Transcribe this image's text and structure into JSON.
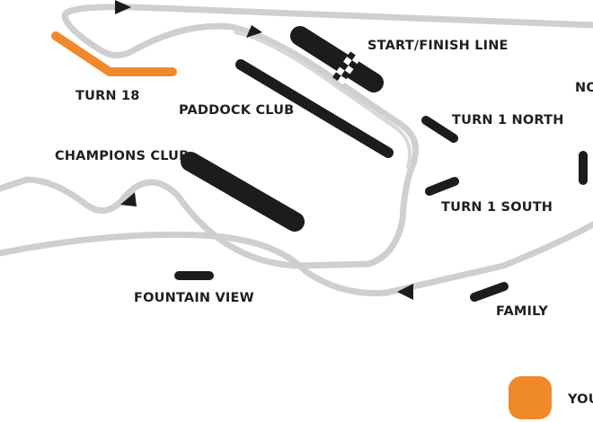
{
  "map": {
    "labels": {
      "start_finish": "START/FINISH LINE",
      "turn_18": "TURN 18",
      "paddock_club": "PADDOCK CLUB",
      "turn_1_north": "TURN 1 NORTH",
      "champions_club": "CHAMPIONS CLUB",
      "turn_1_south": "TURN 1 SOUTH",
      "fountain_view": "FOUNTAIN VIEW",
      "family": "FAMILY",
      "partial_right": "NO",
      "legend_partial": "YOU"
    },
    "colors": {
      "track": "#cfcfcf",
      "stand": "#1c1c1c",
      "highlight": "#f0892a",
      "text": "#1f1f1f"
    },
    "legend": {
      "icon": "orange-circle-marker"
    }
  }
}
